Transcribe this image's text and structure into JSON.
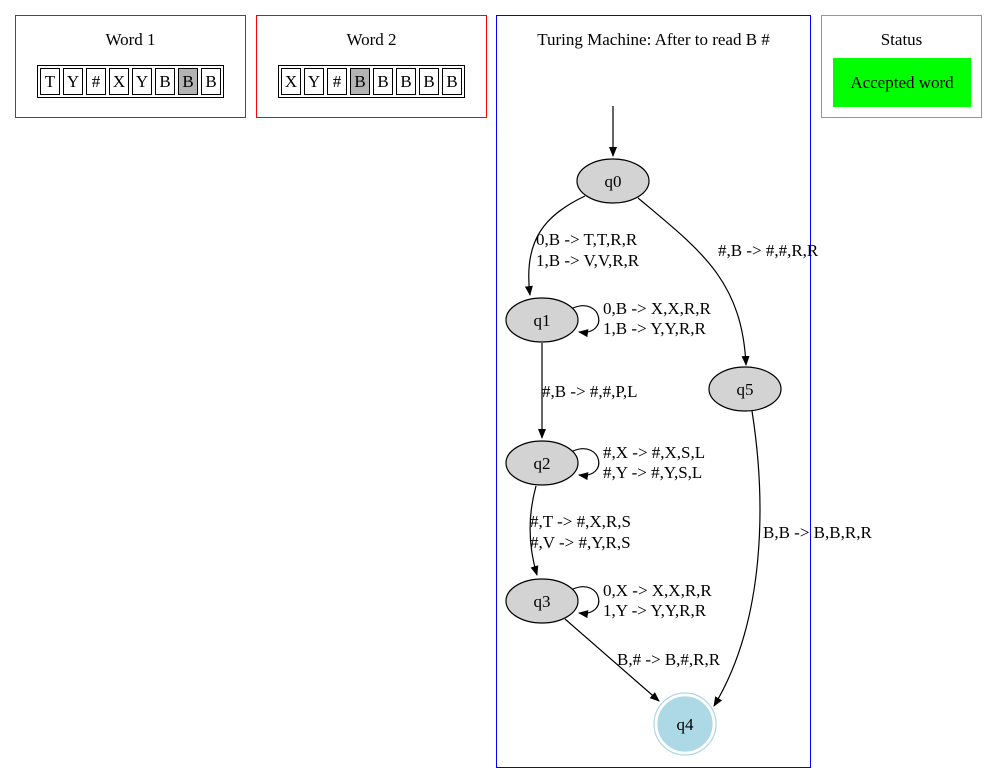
{
  "word1": {
    "title": "Word 1",
    "cells": [
      "T",
      "Y",
      "#",
      "X",
      "Y",
      "B",
      "B",
      "B"
    ],
    "head_index": 6
  },
  "word2": {
    "title": "Word 2",
    "cells": [
      "X",
      "Y",
      "#",
      "B",
      "B",
      "B",
      "B",
      "B"
    ],
    "head_index": 3
  },
  "machine": {
    "title": "Turing Machine: After to read B #",
    "states": {
      "q0": "q0",
      "q1": "q1",
      "q2": "q2",
      "q3": "q3",
      "q4": "q4",
      "q5": "q5"
    },
    "accept_state": "q4",
    "accept_color": "#add8e6",
    "state_color": "#d3d3d3",
    "transitions": {
      "q0_q1": [
        "0,B -> T,T,R,R",
        "1,B -> V,V,R,R"
      ],
      "q0_q5": [
        "#,B -> #,#,R,R"
      ],
      "q1_q1": [
        "0,B -> X,X,R,R",
        "1,B -> Y,Y,R,R"
      ],
      "q1_q2": [
        "#,B -> #,#,P,L"
      ],
      "q2_q2": [
        "#,X -> #,X,S,L",
        "#,Y -> #,Y,S,L"
      ],
      "q2_q3": [
        "#,T -> #,X,R,S",
        "#,V -> #,Y,R,S"
      ],
      "q3_q3": [
        "0,X -> X,X,R,R",
        "1,Y -> Y,Y,R,R"
      ],
      "q3_q4": [
        "B,# -> B,#,R,R"
      ],
      "q5_q4": [
        "B,B -> B,B,R,R"
      ]
    }
  },
  "status": {
    "title": "Status",
    "message": "Accepted word",
    "color": "#00ff00"
  },
  "colors": {
    "word_border": "#ff0000",
    "machine_border": "#0000ff",
    "status_border": "#00ff00"
  }
}
